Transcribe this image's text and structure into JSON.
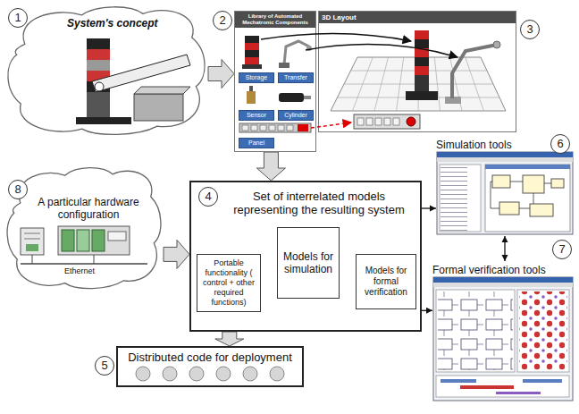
{
  "diagram": {
    "nodes": [
      {
        "text": [
          "System's concept"
        ]
      },
      {
        "text": [
          "Library of Automated Mechatronic Components"
        ]
      },
      {
        "text": [
          "Storage"
        ],
        "in": 1
      },
      {
        "text": [
          "Transfer"
        ],
        "in": 1
      },
      {
        "text": [
          "Sensor"
        ],
        "in": 1
      },
      {
        "text": [
          "Cylinder"
        ],
        "in": 1
      },
      {
        "text": [
          "Panel"
        ],
        "in": 1
      },
      {
        "text": [
          "3D Layout"
        ]
      },
      {
        "text": [
          "A particular hardware configuration"
        ]
      },
      {
        "text": [
          "Set of interrelated models representing the resulting system"
        ]
      },
      {
        "text": [
          "Portable functionality ( control + other required functions)"
        ],
        "in": 9
      },
      {
        "text": [
          "Models for simulation"
        ],
        "in": 9
      },
      {
        "text": [
          "Models for formal verification"
        ],
        "in": 9
      },
      {
        "text": [
          "Simulation tools"
        ]
      },
      {
        "text": [
          "Formal verification tools"
        ]
      },
      {
        "text": [
          "Distributed code for deployment"
        ]
      }
    ],
    "edges": [
      {
        "from": 0,
        "to": 1,
        "arrow": "to"
      },
      {
        "from": 1,
        "to": 9,
        "arrow": "to"
      },
      {
        "from": 8,
        "to": 9,
        "arrow": "to"
      },
      {
        "from": 9,
        "to": 15,
        "arrow": "to"
      },
      {
        "from": 9,
        "to": 13,
        "arrow": "to"
      },
      {
        "from": 9,
        "to": 14,
        "arrow": "to"
      },
      {
        "from": 13,
        "to": 14,
        "arrow": "both"
      },
      {
        "from": 10,
        "to": 11,
        "arrow": "both"
      },
      {
        "from": 11,
        "to": 12,
        "arrow": "both"
      },
      {
        "from": 10,
        "to": 12,
        "arrow": "both"
      }
    ],
    "labels": [
      "1",
      "2",
      "3",
      "4",
      "5",
      "6",
      "7",
      "8",
      "Ethernet"
    ]
  }
}
